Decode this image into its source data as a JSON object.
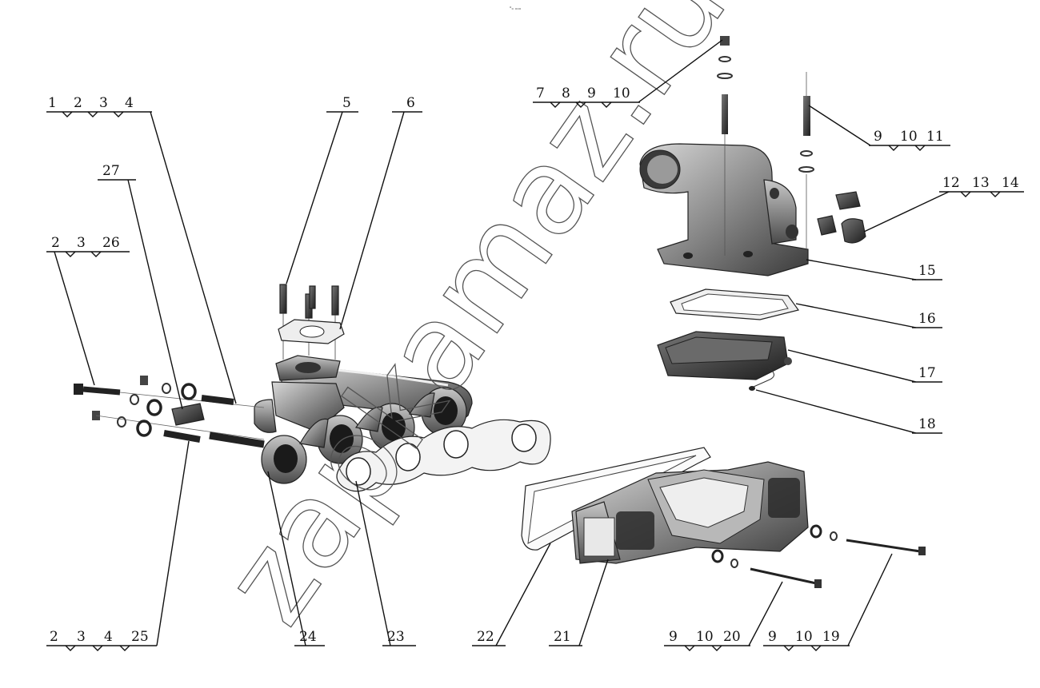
{
  "top_mark": "ᵒₒ ₒₒₒ",
  "watermark": "zapkamaz.ru",
  "callouts": [
    {
      "id": "g1",
      "labels": [
        "1",
        "2",
        "3",
        "4"
      ]
    },
    {
      "id": "g5",
      "labels": [
        "5"
      ]
    },
    {
      "id": "g6",
      "labels": [
        "6"
      ]
    },
    {
      "id": "g27",
      "labels": [
        "27"
      ]
    },
    {
      "id": "g26",
      "labels": [
        "2",
        "3",
        "26"
      ]
    },
    {
      "id": "g25",
      "labels": [
        "2",
        "3",
        "4",
        "25"
      ]
    },
    {
      "id": "g24",
      "labels": [
        "24"
      ]
    },
    {
      "id": "g23",
      "labels": [
        "23"
      ]
    },
    {
      "id": "g22",
      "labels": [
        "22"
      ]
    },
    {
      "id": "g21",
      "labels": [
        "21"
      ]
    },
    {
      "id": "g20",
      "labels": [
        "9",
        "10",
        "20"
      ]
    },
    {
      "id": "g19",
      "labels": [
        "9",
        "10",
        "19"
      ]
    },
    {
      "id": "g7",
      "labels": [
        "7",
        "8",
        "9",
        "10"
      ]
    },
    {
      "id": "g11",
      "labels": [
        "9",
        "10",
        "11"
      ]
    },
    {
      "id": "g12",
      "labels": [
        "12",
        "13",
        "14"
      ]
    },
    {
      "id": "g15",
      "labels": [
        "15"
      ]
    },
    {
      "id": "g16",
      "labels": [
        "16"
      ]
    },
    {
      "id": "g17",
      "labels": [
        "17"
      ]
    },
    {
      "id": "g18",
      "labels": [
        "18"
      ]
    }
  ]
}
